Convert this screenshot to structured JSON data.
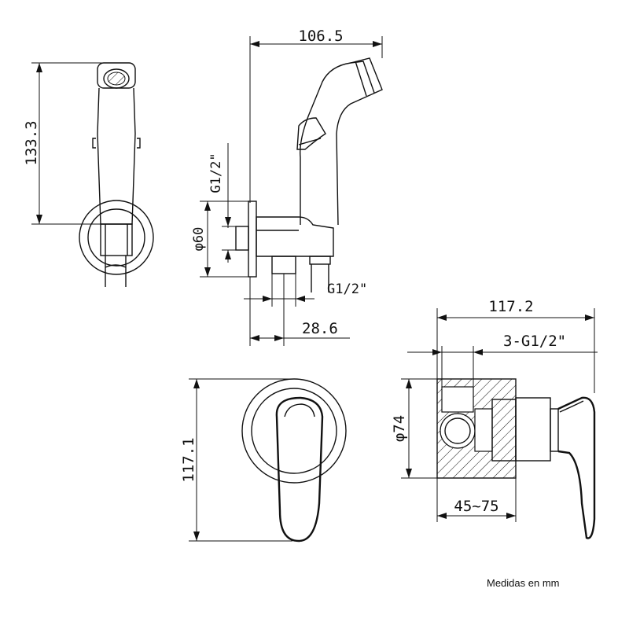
{
  "dimensions": {
    "height_spray": "133.3",
    "length_spray": "106.5",
    "thread_top": "G1/2\"",
    "diameter_plate": "φ60",
    "thread_bottom": "G1/2\"",
    "offset": "28.6",
    "valve_length": "117.2",
    "valve_threads": "3-G1/2\"",
    "valve_diameter": "φ74",
    "wall_depth": "45~75",
    "handle_height": "117.1"
  },
  "note": "Medidas en mm"
}
